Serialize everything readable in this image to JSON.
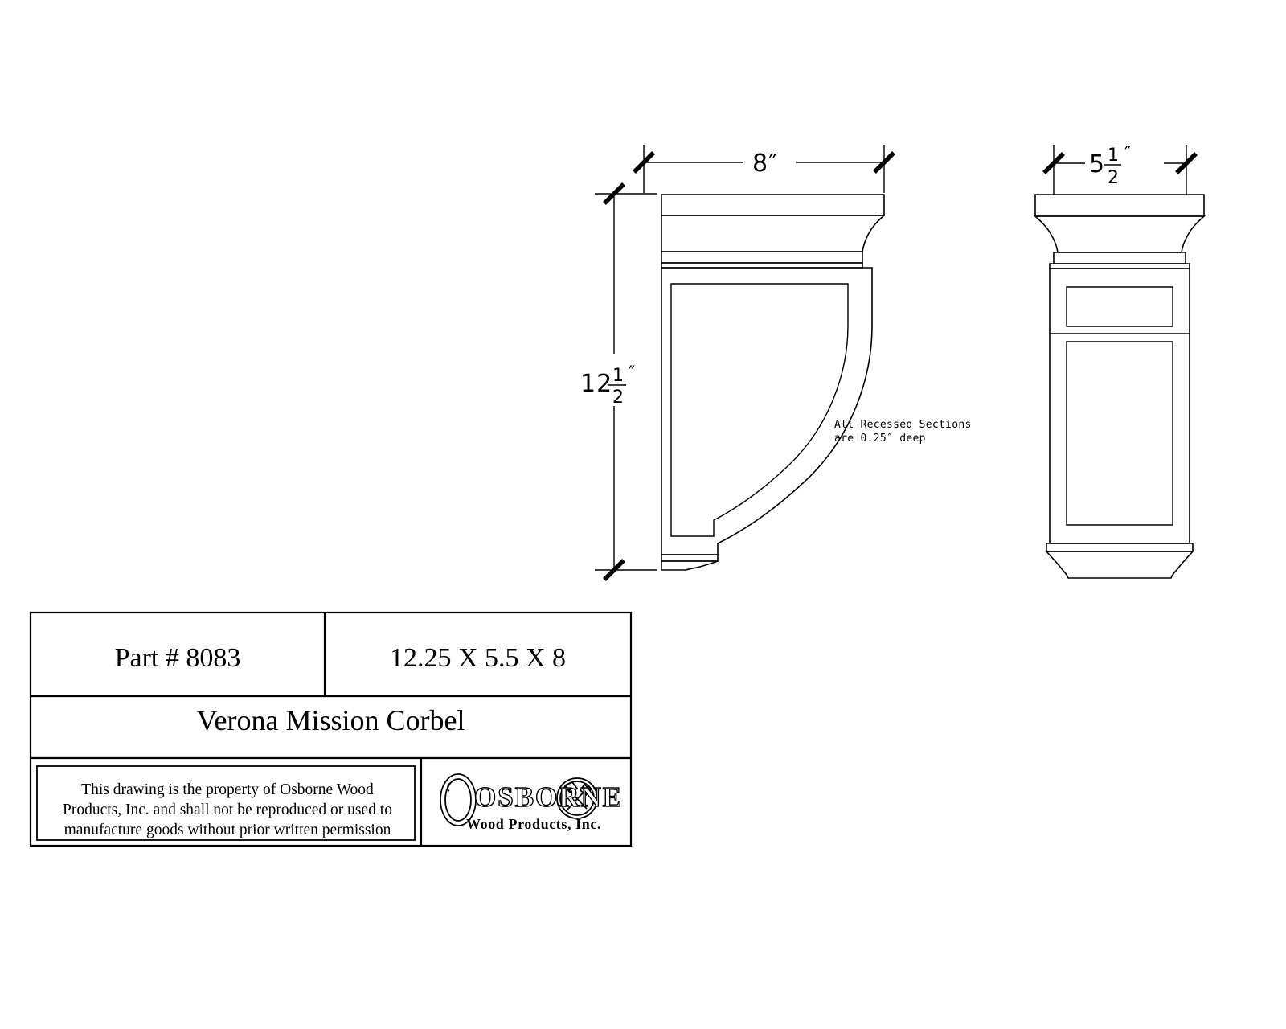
{
  "drawing": {
    "title": "Verona Mission Corbel",
    "views": {
      "side": {
        "label": "side-profile-view"
      },
      "front": {
        "label": "front-elevation-view"
      }
    },
    "dimensions": {
      "width_top": {
        "whole": "8",
        "symbol": "″",
        "text": "8″"
      },
      "height_left": {
        "whole": "12",
        "num": "1",
        "den": "2",
        "symbol": "″",
        "text": "12 1/2″"
      },
      "depth_top_right": {
        "whole": "5",
        "num": "1",
        "den": "2",
        "symbol": "″",
        "text": "5 1/2″"
      }
    },
    "note": {
      "line1": "All Recessed Sections",
      "line2": "are 0.25″ deep"
    }
  },
  "title_block": {
    "part_number": "Part # 8083",
    "size": "12.25 X 5.5 X 8",
    "product_name": "Verona Mission Corbel",
    "disclaimer_line1": "This drawing is the property of Osborne Wood",
    "disclaimer_line2": "Products, Inc. and shall not be reproduced or used to",
    "disclaimer_line3": "manufacture goods without prior written permission",
    "logo": {
      "brand": "OSBORNE",
      "tagline": "Wood Products, Inc."
    }
  },
  "colors": {
    "line": "#000000",
    "background": "#ffffff"
  }
}
